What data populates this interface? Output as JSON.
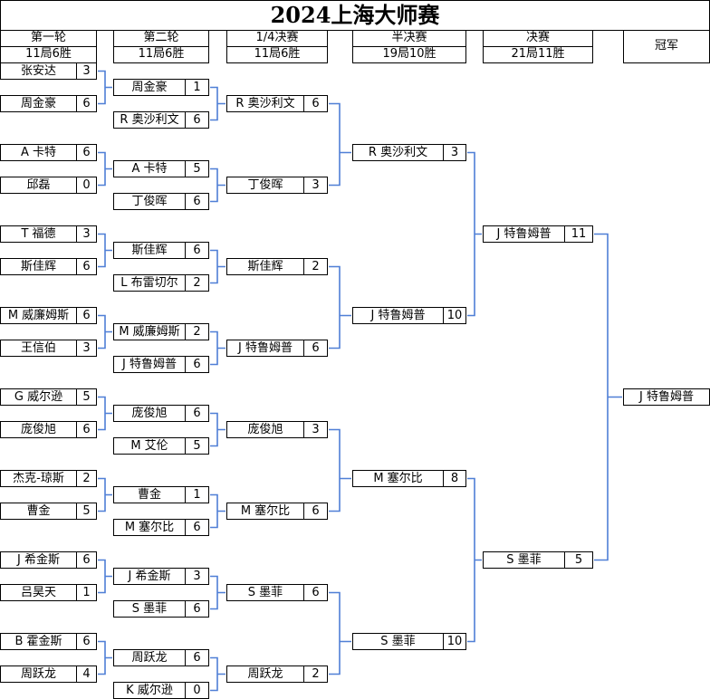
{
  "title": "2024上海大师赛",
  "headers": [
    {
      "name": "第一轮",
      "format": "11局6胜"
    },
    {
      "name": "第二轮",
      "format": "11局6胜"
    },
    {
      "name": "1/4决赛",
      "format": "11局6胜"
    },
    {
      "name": "半决赛",
      "format": "19局10胜"
    },
    {
      "name": "决赛",
      "format": "21局11胜"
    },
    {
      "name": "冠军"
    }
  ],
  "round1": [
    {
      "name": "张安达",
      "score": "3"
    },
    {
      "name": "周金豪",
      "score": "6"
    },
    {
      "name": "A 卡特",
      "score": "6"
    },
    {
      "name": "邱磊",
      "score": "0"
    },
    {
      "name": "T 福德",
      "score": "3"
    },
    {
      "name": "斯佳辉",
      "score": "6"
    },
    {
      "name": "M 威廉姆斯",
      "score": "6"
    },
    {
      "name": "王信伯",
      "score": "3"
    },
    {
      "name": "G 威尔逊",
      "score": "5"
    },
    {
      "name": "庞俊旭",
      "score": "6"
    },
    {
      "name": "杰克-琼斯",
      "score": "2"
    },
    {
      "name": "曹金",
      "score": "5"
    },
    {
      "name": "J 希金斯",
      "score": "6"
    },
    {
      "name": "吕昊天",
      "score": "1"
    },
    {
      "name": "B 霍金斯",
      "score": "6"
    },
    {
      "name": "周跃龙",
      "score": "4"
    }
  ],
  "round2": [
    {
      "name": "周金豪",
      "score": "1"
    },
    {
      "name": "R 奥沙利文",
      "score": "6"
    },
    {
      "name": "A 卡特",
      "score": "5"
    },
    {
      "name": "丁俊晖",
      "score": "6"
    },
    {
      "name": "斯佳辉",
      "score": "6"
    },
    {
      "name": "L 布雷切尔",
      "score": "2"
    },
    {
      "name": "M 威廉姆斯",
      "score": "2"
    },
    {
      "name": "J 特鲁姆普",
      "score": "6"
    },
    {
      "name": "庞俊旭",
      "score": "6"
    },
    {
      "name": "M 艾伦",
      "score": "5"
    },
    {
      "name": "曹金",
      "score": "1"
    },
    {
      "name": "M 塞尔比",
      "score": "6"
    },
    {
      "name": "J 希金斯",
      "score": "3"
    },
    {
      "name": "S 墨菲",
      "score": "6"
    },
    {
      "name": "周跃龙",
      "score": "6"
    },
    {
      "name": "K 威尔逊",
      "score": "0"
    }
  ],
  "quarterfinal": [
    {
      "name": "R 奥沙利文",
      "score": "6"
    },
    {
      "name": "丁俊晖",
      "score": "3"
    },
    {
      "name": "斯佳辉",
      "score": "2"
    },
    {
      "name": "J 特鲁姆普",
      "score": "6"
    },
    {
      "name": "庞俊旭",
      "score": "3"
    },
    {
      "name": "M 塞尔比",
      "score": "6"
    },
    {
      "name": "S 墨菲",
      "score": "6"
    },
    {
      "name": "周跃龙",
      "score": "2"
    }
  ],
  "semifinal": [
    {
      "name": "R 奥沙利文",
      "score": "3"
    },
    {
      "name": "J 特鲁姆普",
      "score": "10"
    },
    {
      "name": "M 塞尔比",
      "score": "8"
    },
    {
      "name": "S 墨菲",
      "score": "10"
    }
  ],
  "final": [
    {
      "name": "J 特鲁姆普",
      "score": "11"
    },
    {
      "name": "S 墨菲",
      "score": "5"
    }
  ],
  "champion": {
    "name": "J 特鲁姆普"
  },
  "colors": {
    "connector": "#4f7fd6"
  }
}
